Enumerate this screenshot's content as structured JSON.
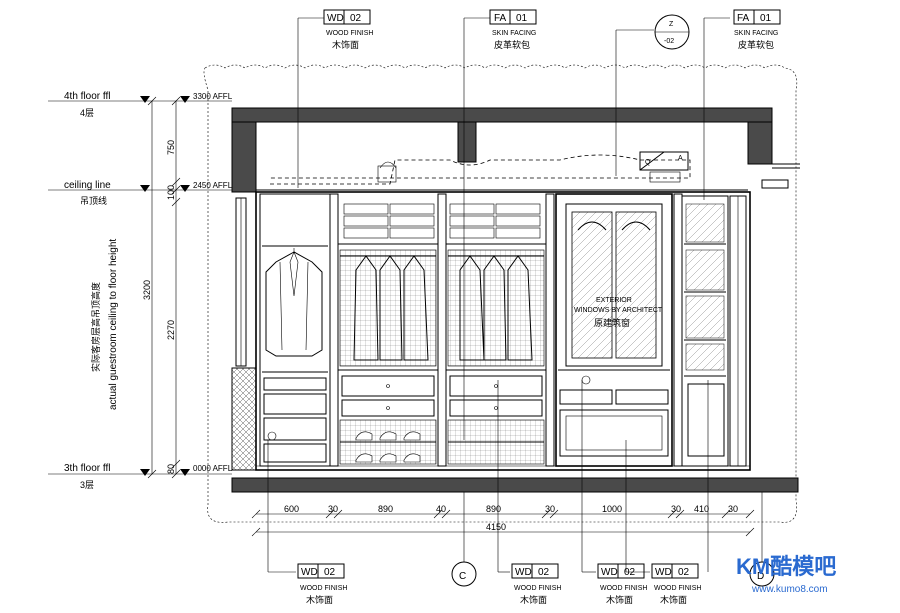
{
  "tags": {
    "top_wd": {
      "code": "WD",
      "num": "02",
      "desc": "WOOD FINISH",
      "cn": "木饰面"
    },
    "top_fa_left": {
      "code": "FA",
      "num": "01",
      "desc": "SKIN FACING",
      "cn": "皮革软包"
    },
    "top_fa_right": {
      "code": "FA",
      "num": "01",
      "desc": "SKIN FACING",
      "cn": "皮革软包"
    },
    "bottom": [
      {
        "code": "WD",
        "num": "02",
        "desc": "WOOD FINISH",
        "cn": "木饰面"
      },
      {
        "code": "WD",
        "num": "02",
        "desc": "WOOD FINISH",
        "cn": "木饰面"
      },
      {
        "code": "WD",
        "num": "02",
        "desc": "WOOD FINISH",
        "cn": "木饰面"
      },
      {
        "code": "WD",
        "num": "02",
        "desc": "WOOD FINISH",
        "cn": "木饰面"
      }
    ]
  },
  "section_marker": {
    "top": "Z",
    "bottom": "-02"
  },
  "callout_box": {
    "left": "Q",
    "right": "A"
  },
  "levels": {
    "fourth": {
      "label": "4th floor ffl",
      "cn": "4层",
      "elev": "3300 AFFL"
    },
    "ceiling": {
      "label": "ceiling line",
      "cn": "吊顶线",
      "elev": "2450 AFFL"
    },
    "third": {
      "label": "3th floor ffl",
      "cn": "3层",
      "elev": "0000 AFFL"
    }
  },
  "vertical_dims": {
    "left": [
      "3200"
    ],
    "right": [
      "750",
      "100",
      "2270",
      "80"
    ]
  },
  "height_note": {
    "cn": "实际客房层高吊顶高度",
    "en": "actual guestroom ceiling to floor height"
  },
  "exterior_note": {
    "line1": "EXTERIOR",
    "line2": "WINDOWS BY ARCHITECT",
    "cn": "原建筑窗"
  },
  "horizontal_dims": [
    "600",
    "30",
    "890",
    "40",
    "890",
    "30",
    "1000",
    "30",
    "410",
    "30"
  ],
  "total_dim": "4150",
  "grid_bubble": {
    "left": "C",
    "right": "D"
  },
  "watermark": {
    "brand": "KM酷模吧",
    "url": "www.kumo8.com"
  }
}
